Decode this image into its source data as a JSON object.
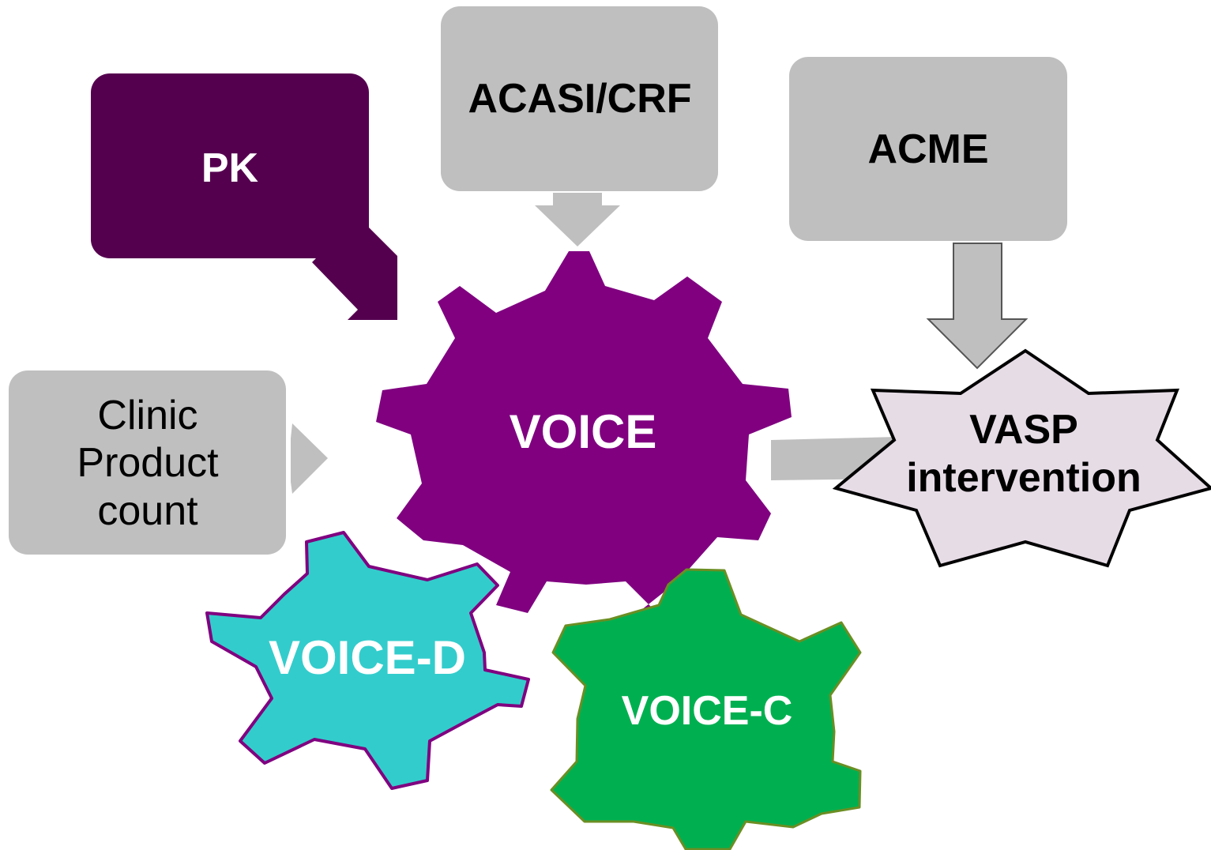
{
  "boxes": {
    "pk": {
      "label": "PK",
      "fill": "#55004f",
      "text_color": "#ffffff"
    },
    "acasi": {
      "label": "ACASI/CRF",
      "fill": "#bfbfbf",
      "text_color": "#000000"
    },
    "acme": {
      "label": "ACME",
      "fill": "#bfbfbf",
      "text_color": "#000000"
    },
    "clinic": {
      "lines": [
        "Clinic",
        "Product",
        "count"
      ],
      "fill": "#bfbfbf",
      "text_color": "#000000"
    }
  },
  "gears": {
    "voice": {
      "label": "VOICE",
      "fill": "#800080",
      "text_color": "#ffffff"
    },
    "voice_d": {
      "label": "VOICE-D",
      "fill": "#33cccc",
      "stroke": "#800080",
      "text_color": "#ffffff"
    },
    "voice_c": {
      "label": "VOICE-C",
      "fill": "#00b050",
      "stroke": "#6b8e23",
      "text_color": "#ffffff"
    }
  },
  "star": {
    "lines": [
      "VASP",
      "intervention"
    ],
    "fill": "#e6dce6",
    "stroke": "#000000",
    "text_color": "#000000"
  },
  "arrows": {
    "grey": "#bfbfbf",
    "purple": "#55004f"
  }
}
